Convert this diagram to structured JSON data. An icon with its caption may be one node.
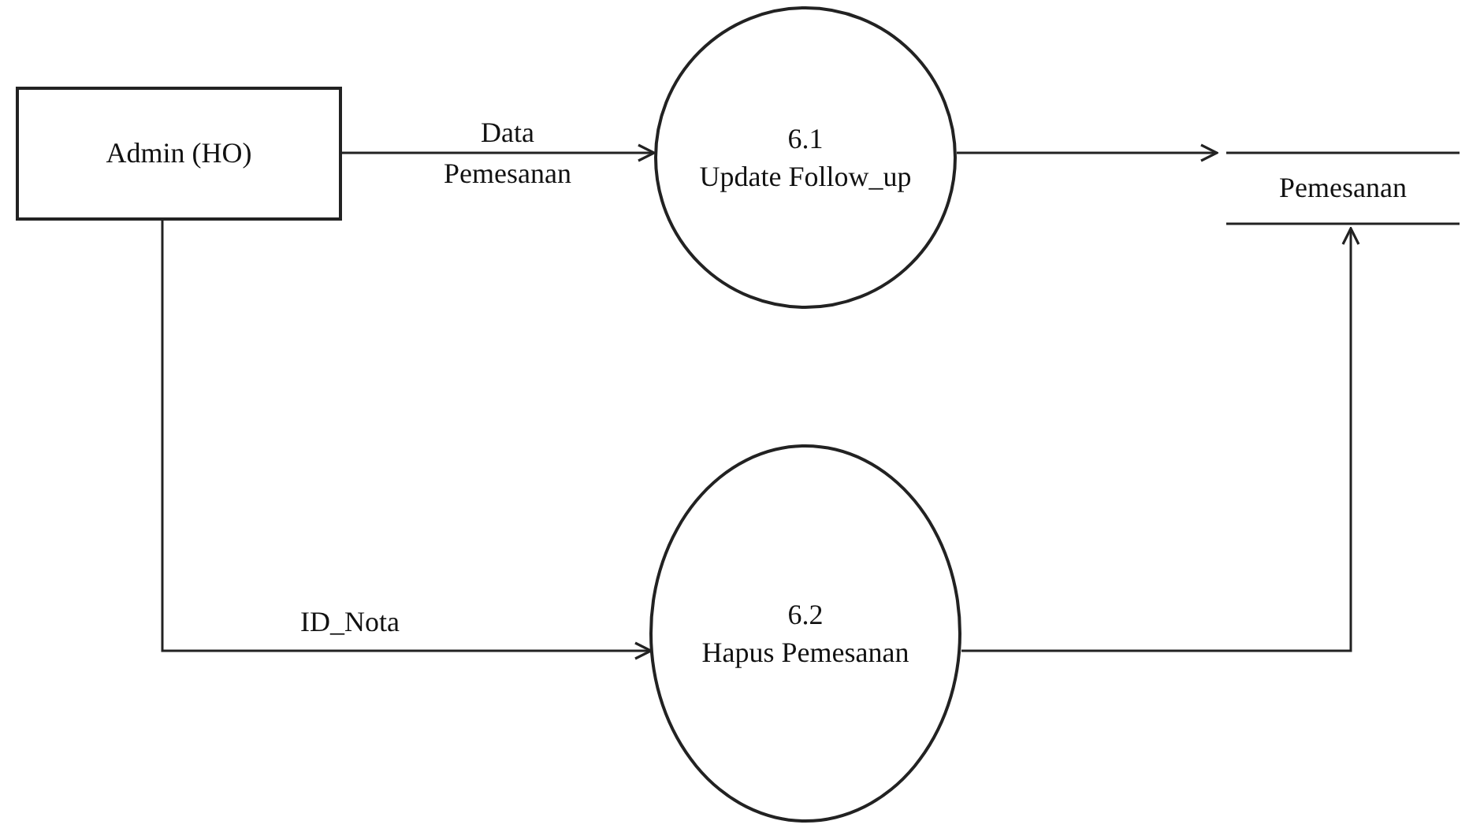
{
  "diagram": {
    "nodes": [
      {
        "text": [
          "Admin (HO)"
        ]
      },
      {
        "text": [
          "6.1",
          "Update Follow_up"
        ]
      },
      {
        "text": [
          "Pemesanan"
        ]
      },
      {
        "text": [
          "6.2",
          "Hapus Pemesanan"
        ]
      }
    ],
    "edges": [
      {
        "from": 0,
        "to": 1,
        "arrow": "to",
        "label": "Data Pemesanan"
      },
      {
        "from": 1,
        "to": 2,
        "arrow": "to"
      },
      {
        "from": 0,
        "to": 3,
        "arrow": "to",
        "label": "ID_Nota"
      },
      {
        "from": 3,
        "to": 2,
        "arrow": "to"
      }
    ]
  }
}
